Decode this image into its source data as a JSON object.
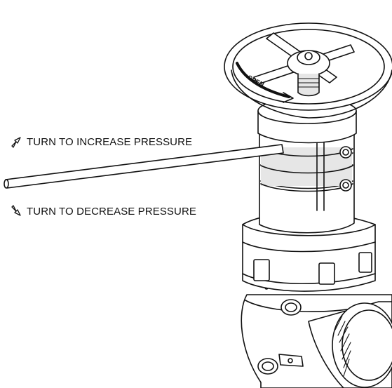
{
  "callouts": {
    "increase": {
      "text": "TURN TO INCREASE PRESSURE",
      "icon": "hollow-up-arrow-icon"
    },
    "decrease": {
      "text": "TURN TO DECREASE PRESSURE",
      "icon": "hollow-down-arrow-icon"
    }
  },
  "handwheel": {
    "label": "OPEN"
  },
  "colors": {
    "line": "#111111",
    "fill": "#ffffff",
    "shade": "#e6e6e6"
  }
}
